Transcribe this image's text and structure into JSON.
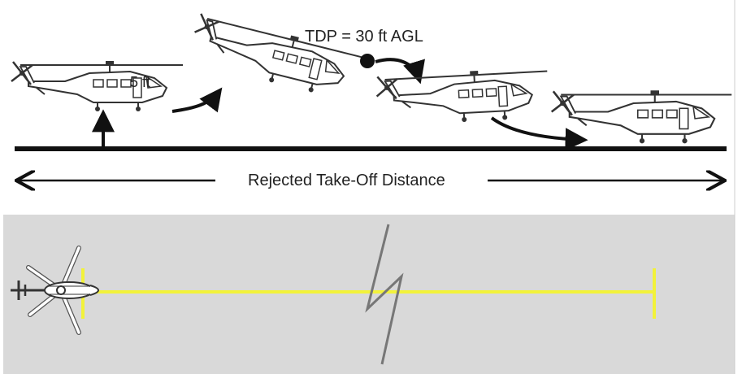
{
  "labels": {
    "tdp": "TDP = 30 ft AGL",
    "hover_height": "5 ft",
    "distance": "Rejected Take-Off Distance"
  },
  "colors": {
    "ground": "#111111",
    "plan_background": "#d9d9d9",
    "runway_line": "#f2f23a",
    "break_mark": "#777777",
    "helicopter_outline": "#333333",
    "helicopter_fill": "#ffffff",
    "arrow": "#111111"
  },
  "icons": {
    "helicopter_side": "helicopter-side-view-icon",
    "helicopter_top": "helicopter-top-view-icon",
    "decision_point": "decision-point-dot-icon"
  }
}
